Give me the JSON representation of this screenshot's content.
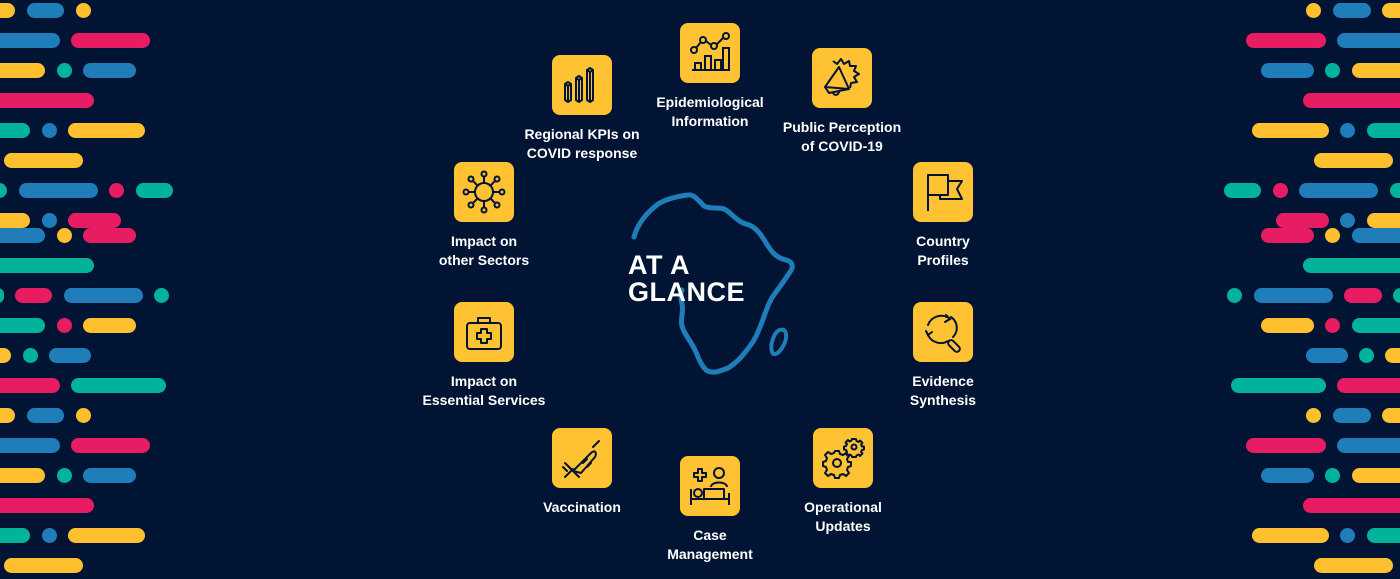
{
  "colors": {
    "background": "#011433",
    "icon_box": "#FFC233",
    "yellow": "#FFC030",
    "blue": "#1F7DBA",
    "pink": "#E81C62",
    "teal": "#00B39A",
    "africa_outline": "#1F7DBA",
    "text": "#ffffff"
  },
  "center": {
    "title": "AT A\nGLANCE",
    "icon": "africa-outline"
  },
  "items": [
    {
      "label": "Epidemiological\nInformation",
      "icon": "line-bar-chart-icon"
    },
    {
      "label": "Public Perception\nof COVID-19",
      "icon": "megaphone-icon"
    },
    {
      "label": "Country\nProfiles",
      "icon": "flag-icon"
    },
    {
      "label": "Evidence\nSynthesis",
      "icon": "search-refresh-icon"
    },
    {
      "label": "Operational\nUpdates",
      "icon": "gears-icon"
    },
    {
      "label": "Case\nManagement",
      "icon": "hospital-bed-icon"
    },
    {
      "label": "Vaccination",
      "icon": "syringe-icon"
    },
    {
      "label": "Impact on\nEssential Services",
      "icon": "medical-kit-icon"
    },
    {
      "label": "Impact on\nother Sectors",
      "icon": "virus-icon"
    },
    {
      "label": "Regional KPIs on\nCOVID response",
      "icon": "bar-columns-icon"
    }
  ]
}
